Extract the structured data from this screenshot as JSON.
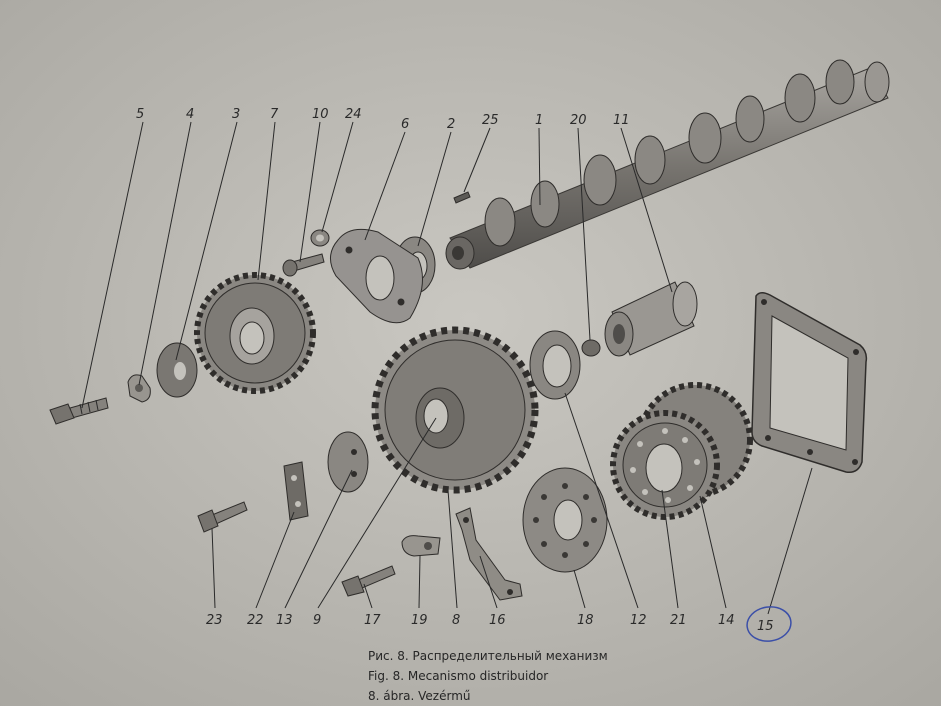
{
  "caption": {
    "line_ru": "Рис. 8. Распределительный механизм",
    "line_es": "Fig. 8. Mecanismo distribuidor",
    "line_hu": "8. ábra. Vezérmű"
  },
  "parts": [
    {
      "id": "p5",
      "label": "5"
    },
    {
      "id": "p4",
      "label": "4"
    },
    {
      "id": "p3",
      "label": "3"
    },
    {
      "id": "p7",
      "label": "7"
    },
    {
      "id": "p10",
      "label": "10"
    },
    {
      "id": "p24",
      "label": "24"
    },
    {
      "id": "p6",
      "label": "6"
    },
    {
      "id": "p2",
      "label": "2"
    },
    {
      "id": "p25",
      "label": "25"
    },
    {
      "id": "p1",
      "label": "1"
    },
    {
      "id": "p20",
      "label": "20"
    },
    {
      "id": "p11",
      "label": "11"
    },
    {
      "id": "p23",
      "label": "23"
    },
    {
      "id": "p22",
      "label": "22"
    },
    {
      "id": "p13",
      "label": "13"
    },
    {
      "id": "p9",
      "label": "9"
    },
    {
      "id": "p17",
      "label": "17"
    },
    {
      "id": "p19",
      "label": "19"
    },
    {
      "id": "p8",
      "label": "8"
    },
    {
      "id": "p16",
      "label": "16"
    },
    {
      "id": "p18",
      "label": "18"
    },
    {
      "id": "p12",
      "label": "12"
    },
    {
      "id": "p21",
      "label": "21"
    },
    {
      "id": "p14",
      "label": "14"
    },
    {
      "id": "p15",
      "label": "15"
    }
  ],
  "colors": {
    "paper": "#b9b7b1",
    "ink": "#2a2a2a",
    "metal": "#8f8c86",
    "metal_dark": "#5c5a56",
    "pen": "#3b4fa8"
  }
}
